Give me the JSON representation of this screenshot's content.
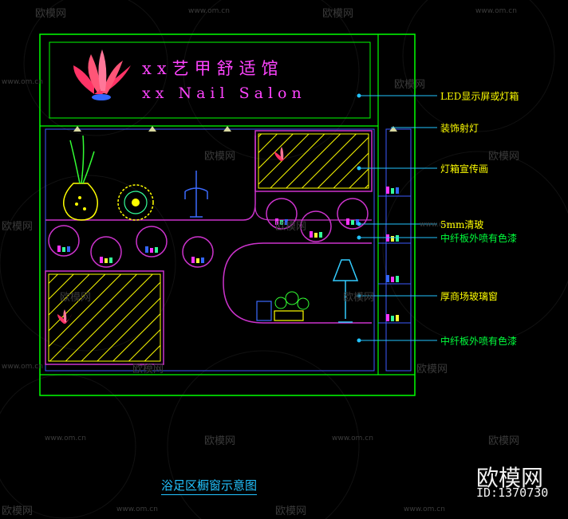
{
  "header": {
    "title_cn": "xx艺甲舒适馆",
    "title_en": "xx Nail Salon"
  },
  "annotations": [
    {
      "text": "LED显示屏或灯箱",
      "color": "#ffff00"
    },
    {
      "text": "装饰射灯",
      "color": "#ffff00"
    },
    {
      "text": "灯箱宣传画",
      "color": "#ffff00"
    },
    {
      "text": "5mm清玻",
      "color": "#ffff00"
    },
    {
      "text": "中纤板外喷有色漆",
      "color": "#00ff3c"
    },
    {
      "text": "厚商场玻璃窗",
      "color": "#ffff00"
    },
    {
      "text": "中纤板外喷有色漆",
      "color": "#00ff3c"
    }
  ],
  "caption": "浴足区橱窗示意图",
  "branding": {
    "logo_text": "欧模网",
    "id_text": "ID:1370730"
  },
  "watermark": {
    "logo_text": "欧模网",
    "url_text": "www.om.cn"
  },
  "colors": {
    "outer_frame": "#00ff00",
    "inner_frame": "#3c5aff",
    "shelves": "#cc33cc",
    "hatch": "#ffff00",
    "leader": "#22c3ff",
    "lotus": "#ff3366"
  }
}
